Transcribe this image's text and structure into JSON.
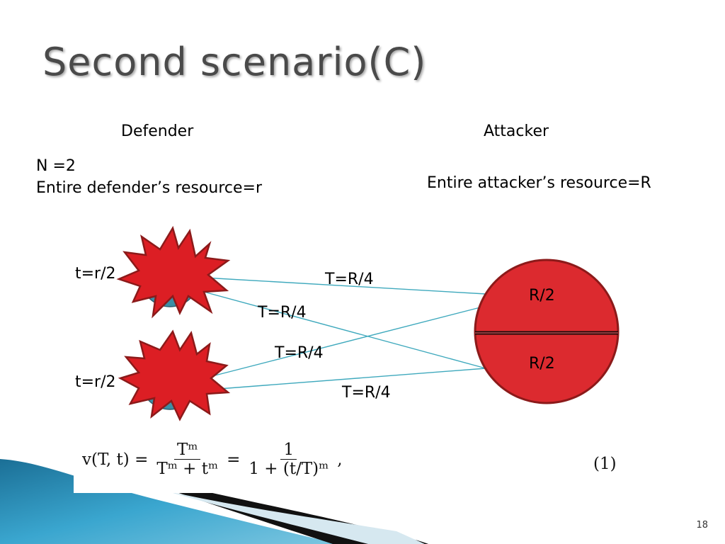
{
  "slide": {
    "title": "Second scenario(C)",
    "page_number": "18"
  },
  "defender": {
    "heading": "Defender",
    "n_line": "N =2",
    "resource_line": "Entire defender’s resource=r",
    "targets": [
      {
        "label": "t=r/2"
      },
      {
        "label": "t=r/2"
      }
    ]
  },
  "attacker": {
    "heading": "Attacker",
    "resource_line": "Entire attacker’s resource=R",
    "halves": [
      {
        "label": "R/2"
      },
      {
        "label": "R/2"
      }
    ]
  },
  "links": [
    {
      "label": "T=R/4"
    },
    {
      "label": "T=R/4"
    },
    {
      "label": "T=R/4"
    },
    {
      "label": "T=R/4"
    }
  ],
  "formula": {
    "lhs": "v(T, t) =",
    "frac1_num": "Tᵐ",
    "frac1_den": "Tᵐ + tᵐ",
    "eq": "=",
    "frac2_num": "1",
    "frac2_den": "1 + (t/T)ᵐ",
    "tail": ",",
    "number": "(1)"
  },
  "colors": {
    "burst_fill": "#dc1e24",
    "burst_stroke": "#8c1a1a",
    "circle_fill": "#dc2a2f",
    "line_color": "#3fa9bd",
    "title_color": "#4a4a4a",
    "wave_blue": "#2a8fb5"
  }
}
